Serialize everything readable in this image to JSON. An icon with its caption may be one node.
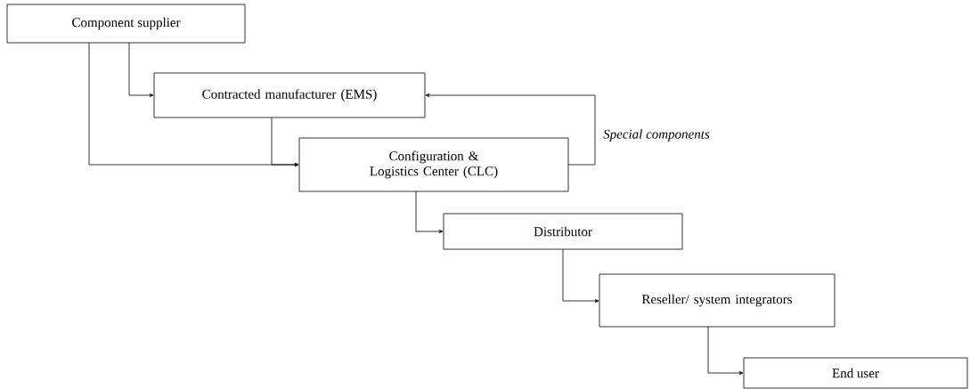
{
  "diagram": {
    "nodes": [
      {
        "text": [
          "Component supplier"
        ]
      },
      {
        "text": [
          "Contracted manufacturer (EMS)"
        ]
      },
      {
        "text": [
          "Configuration & Logistics Center (CLC)"
        ]
      },
      {
        "text": [
          "Distributor"
        ]
      },
      {
        "text": [
          "Reseller/ system integrators"
        ]
      },
      {
        "text": [
          "End user"
        ]
      }
    ],
    "edges": [
      {
        "from": 0,
        "to": 1,
        "arrow": "to"
      },
      {
        "from": 0,
        "to": 2,
        "arrow": "to"
      },
      {
        "from": 1,
        "to": 2,
        "arrow": "to"
      },
      {
        "from": 2,
        "to": 1,
        "arrow": "to",
        "label": "Special components"
      },
      {
        "from": 2,
        "to": 3,
        "arrow": "to"
      },
      {
        "from": 3,
        "to": 4,
        "arrow": "to"
      },
      {
        "from": 4,
        "to": 5,
        "arrow": "to"
      }
    ]
  }
}
